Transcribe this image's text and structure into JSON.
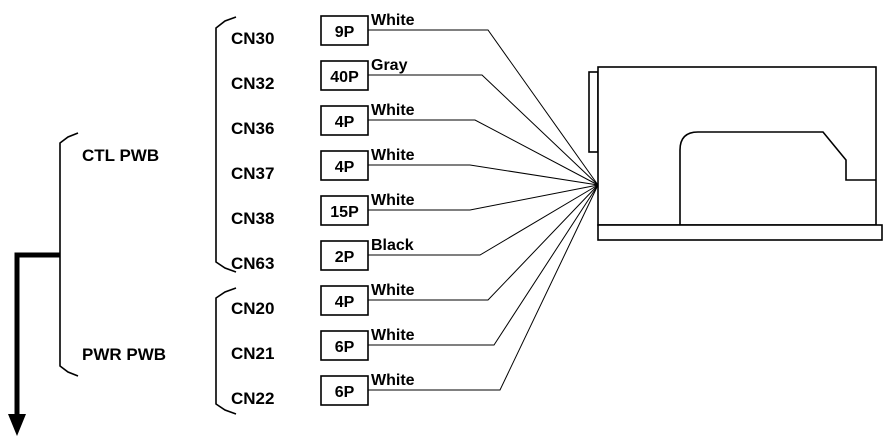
{
  "groups": [
    {
      "label": "CTL PWB"
    },
    {
      "label": "PWR PWB"
    }
  ],
  "connectors": [
    {
      "name": "CN30",
      "pins": "9P",
      "color": "White"
    },
    {
      "name": "CN32",
      "pins": "40P",
      "color": "Gray"
    },
    {
      "name": "CN36",
      "pins": "4P",
      "color": "White"
    },
    {
      "name": "CN37",
      "pins": "4P",
      "color": "White"
    },
    {
      "name": "CN38",
      "pins": "15P",
      "color": "White"
    },
    {
      "name": "CN63",
      "pins": "2P",
      "color": "Black"
    },
    {
      "name": "CN20",
      "pins": "4P",
      "color": "White"
    },
    {
      "name": "CN21",
      "pins": "6P",
      "color": "White"
    },
    {
      "name": "CN22",
      "pins": "6P",
      "color": "White"
    }
  ]
}
